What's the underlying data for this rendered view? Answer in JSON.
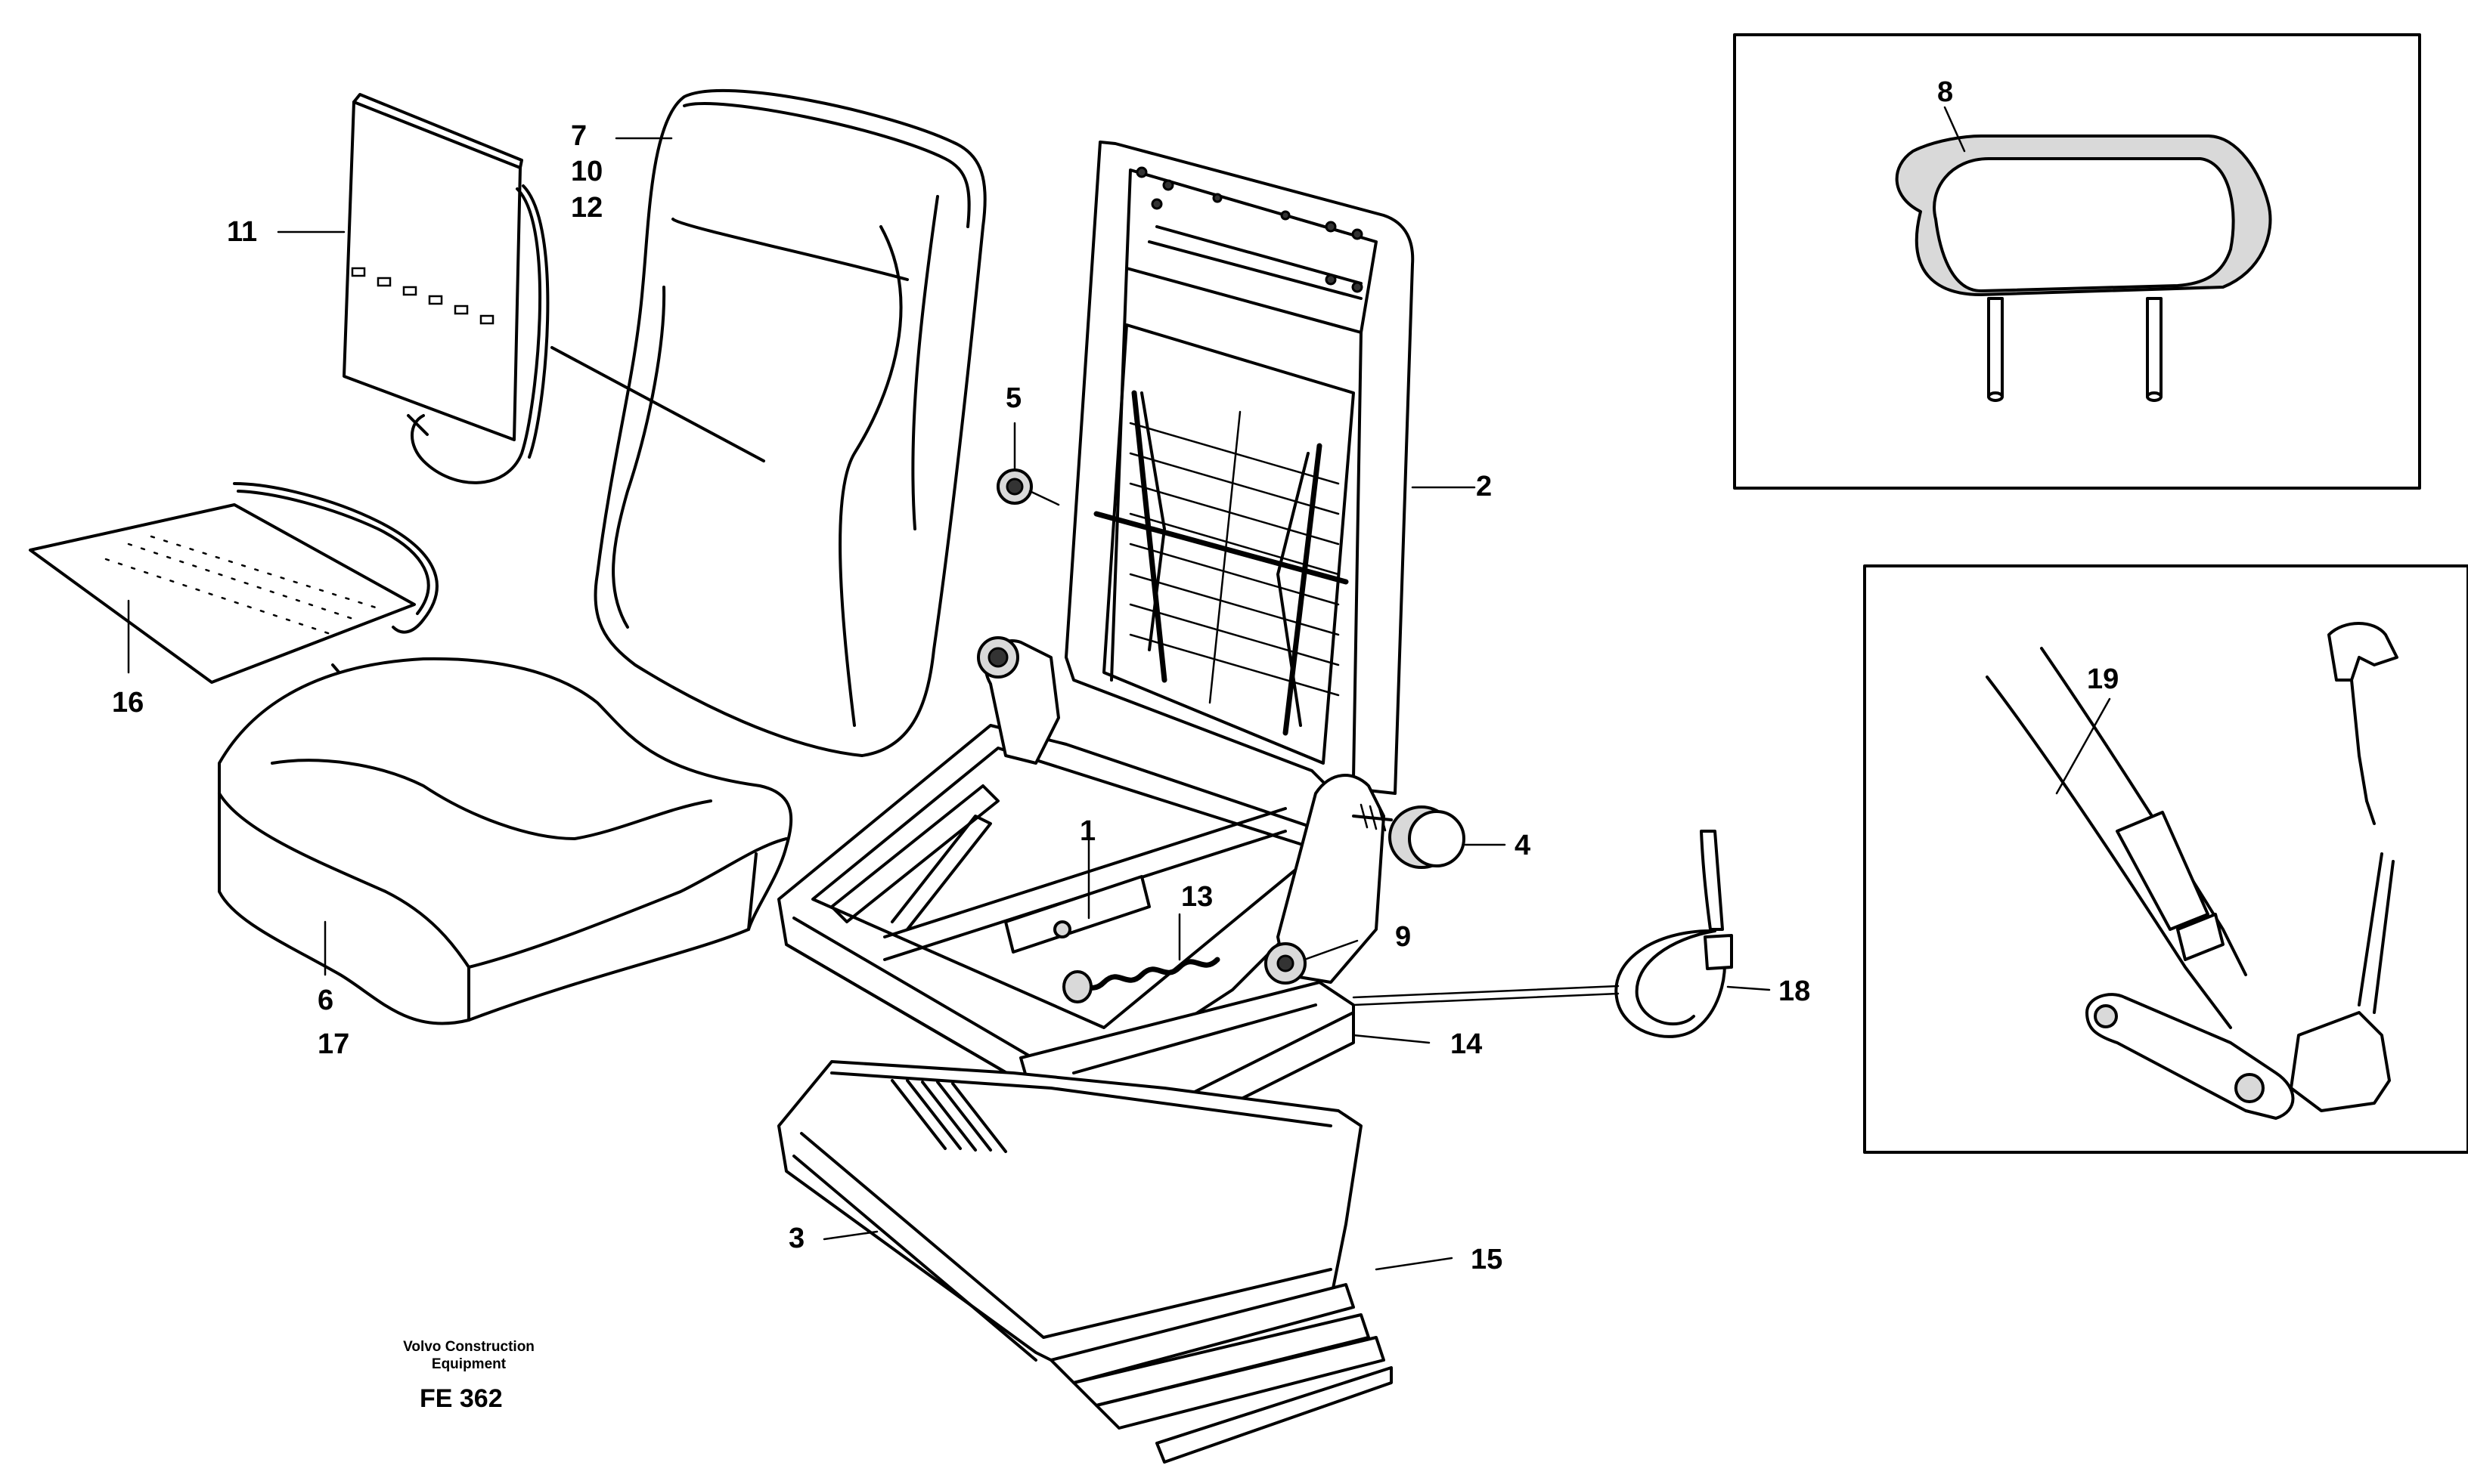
{
  "callouts": {
    "c1": "1",
    "c2": "2",
    "c3": "3",
    "c4": "4",
    "c5": "5",
    "c6": "6",
    "c7": "7",
    "c8": "8",
    "c9": "9",
    "c10": "10",
    "c11": "11",
    "c12": "12",
    "c13": "13",
    "c14": "14",
    "c15": "15",
    "c16": "16",
    "c17": "17",
    "c18": "18",
    "c19": "19"
  },
  "footer": {
    "brand_line1": "Volvo Construction",
    "brand_line2": "Equipment",
    "code": "FE 362"
  }
}
